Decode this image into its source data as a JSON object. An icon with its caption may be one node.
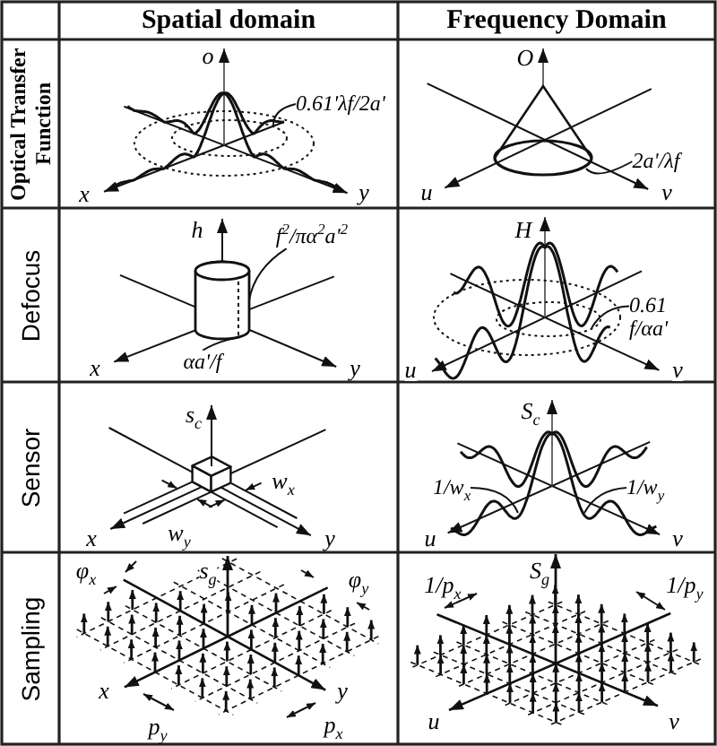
{
  "diagram": {
    "nodes": [
      {
        "text": [
          "0.61'λf/2a'"
        ]
      },
      {
        "text": [
          "2a'/λf"
        ]
      },
      {
        "text": [
          "f$^{2}$/πα$^{2}$a'$^{2}$"
        ]
      },
      {
        "text": [],
        "shape": "cylinder"
      },
      {
        "text": [
          "αa'/f"
        ]
      },
      {
        "text": [
          "0.61 f/αa'"
        ]
      },
      {
        "text": [
          "1/w$_{x}$"
        ]
      },
      {
        "text": [
          "1/w$_{y}$"
        ]
      }
    ],
    "edges": [
      {
        "from": 0,
        "to": null,
        "arrow": "none"
      },
      {
        "from": 1,
        "to": null,
        "arrow": "none"
      },
      {
        "from": 2,
        "to": 3,
        "arrow": "none"
      },
      {
        "from": 4,
        "to": 3,
        "arrow": "none"
      },
      {
        "from": 5,
        "to": null,
        "arrow": "none"
      },
      {
        "from": 6,
        "to": null,
        "arrow": "none"
      },
      {
        "from": 7,
        "to": null,
        "arrow": "none"
      }
    ],
    "labels": [
      "Spatial domain",
      "Frequency Domain",
      "Optical Transfer Function",
      "o",
      "x",
      "y",
      "O",
      "u",
      "v",
      "Defocus",
      "h",
      "x",
      "y",
      "H",
      "u",
      "v",
      "Sensor",
      "s$_{c}$",
      "w$_{x}$",
      "w$_{y}$",
      "x",
      "y",
      "S$_{c}$",
      "u",
      "v",
      "Sampling",
      "φ$_{x}$",
      "s$_{g}$",
      "φ$_{y}$",
      "x",
      "y",
      "p$_{y}$",
      "p$_{x}$",
      "1/p$_{x}$",
      "S$_{g}$",
      "1/p$_{y}$",
      "u",
      "v"
    ]
  }
}
